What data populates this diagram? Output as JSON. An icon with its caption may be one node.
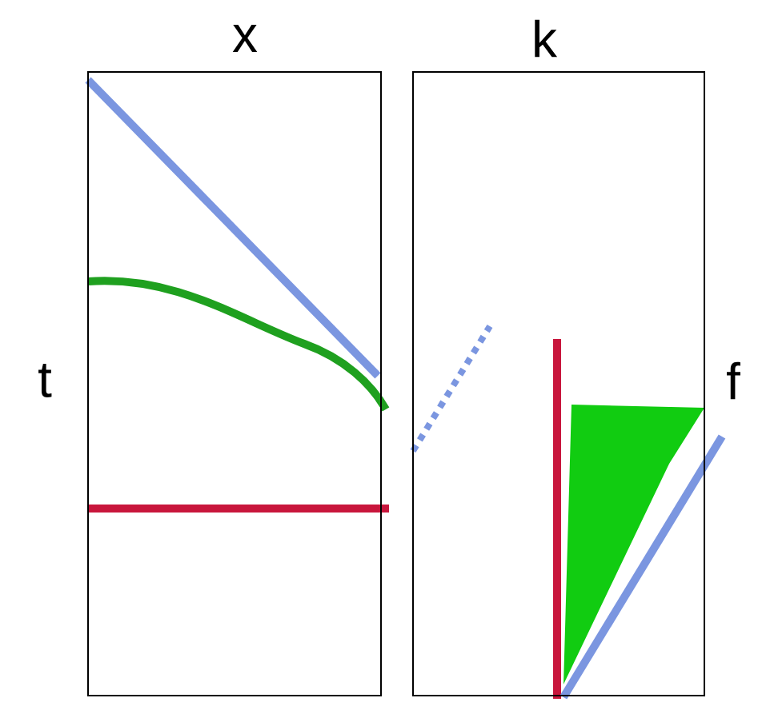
{
  "diagram": {
    "nodes": [
      {
        "text": [
          "x"
        ]
      },
      {
        "text": [
          "k"
        ]
      }
    ],
    "labels": [
      "t",
      "f"
    ]
  }
}
